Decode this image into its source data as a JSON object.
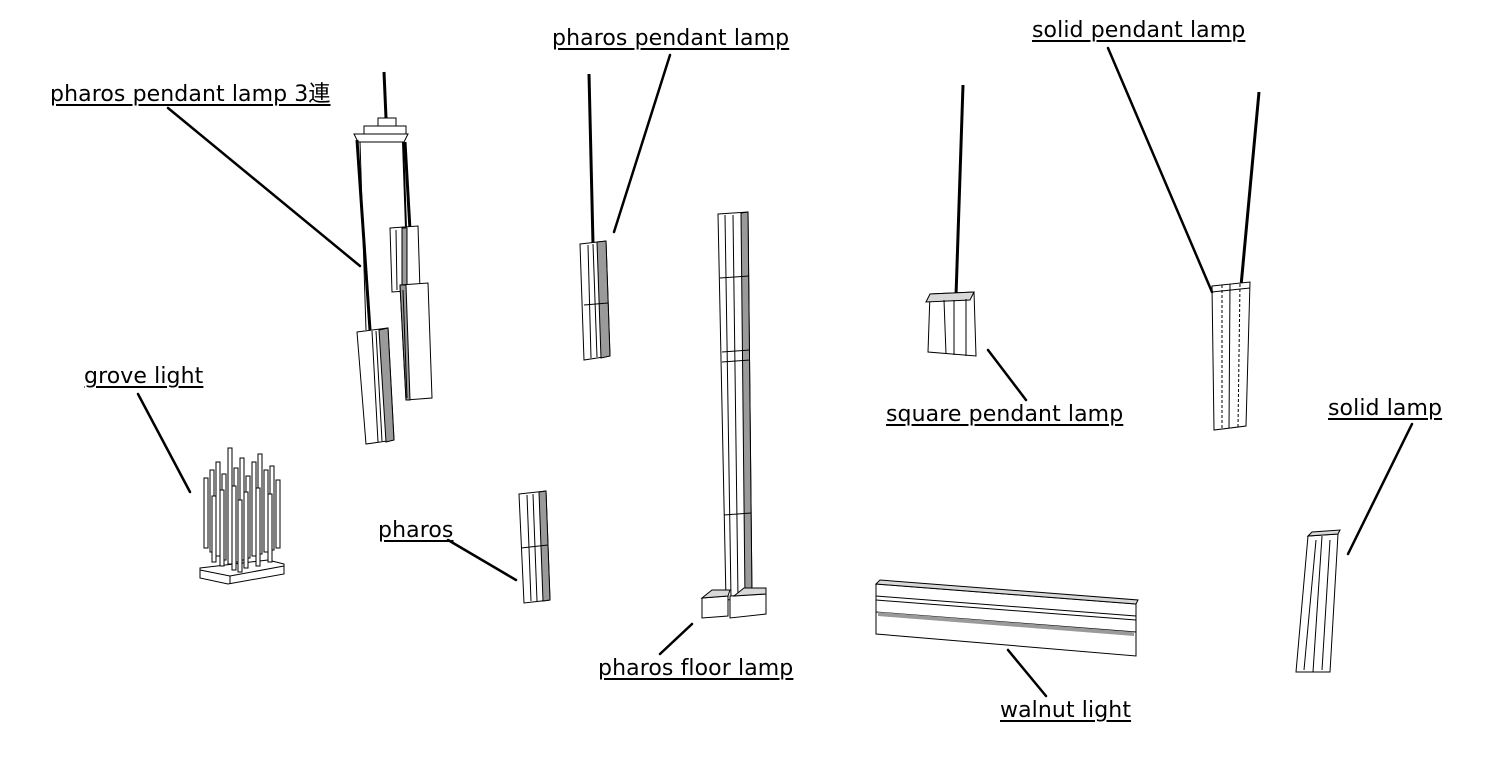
{
  "labels": {
    "pharos_pendant_lamp_3ren": "pharos pendant lamp 3連",
    "pharos_pendant_lamp": "pharos pendant lamp",
    "solid_pendant_lamp": "solid pendant lamp",
    "grove_light": "grove light",
    "square_pendant_lamp": "square pendant lamp",
    "solid_lamp": "solid lamp",
    "pharos": "pharos",
    "pharos_floor_lamp": "pharos floor lamp",
    "walnut_light": "walnut light"
  }
}
